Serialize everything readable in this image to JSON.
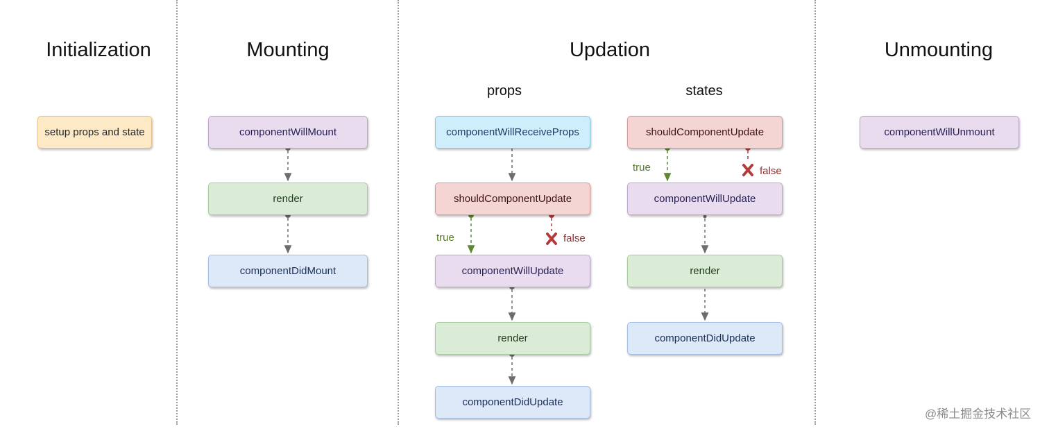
{
  "phases": {
    "initialization": {
      "title": "Initialization",
      "boxes": [
        "setup props and state"
      ]
    },
    "mounting": {
      "title": "Mounting",
      "boxes": [
        "componentWillMount",
        "render",
        "componentDidMount"
      ]
    },
    "updation": {
      "title": "Updation",
      "props": {
        "title": "props",
        "boxes": [
          "componentWillReceiveProps",
          "shouldComponentUpdate",
          "componentWillUpdate",
          "render",
          "componentDidUpdate"
        ],
        "true_label": "true",
        "false_label": "false"
      },
      "states": {
        "title": "states",
        "boxes": [
          "shouldComponentUpdate",
          "componentWillUpdate",
          "render",
          "componentDidUpdate"
        ],
        "true_label": "true",
        "false_label": "false"
      }
    },
    "unmounting": {
      "title": "Unmounting",
      "boxes": [
        "componentWillUnmount"
      ]
    }
  },
  "colors": {
    "orange": "#fde9c6",
    "purple": "#e8dcee",
    "green": "#dbecd6",
    "blue": "#dde8f8",
    "cyan": "#cfeefb",
    "red": "#f5d4d4",
    "connector": "#6d6d6d",
    "true_path": "#5d8a2e",
    "false_path": "#b33a3a"
  },
  "watermark": "@稀土掘金技术社区"
}
